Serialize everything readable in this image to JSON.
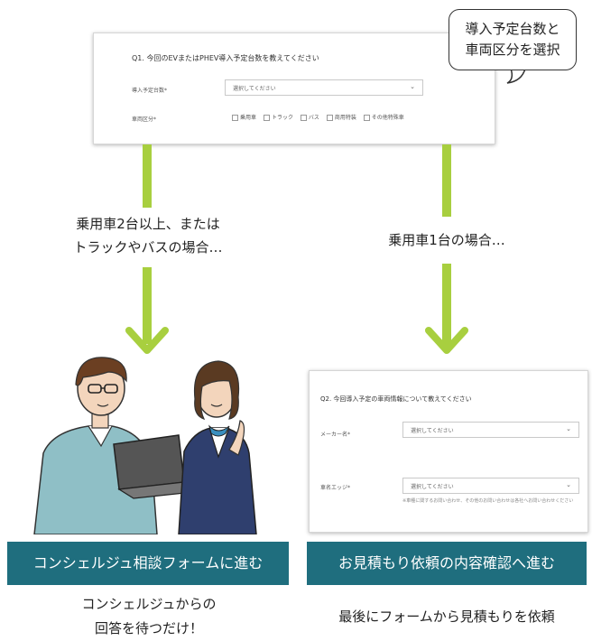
{
  "top_form": {
    "question": "Q1. 今回のEVまたはPHEV導入予定台数を教えてください",
    "count_label": "導入予定台数*",
    "count_placeholder": "選択してください",
    "category_label": "車両区分*",
    "categories": [
      "乗用車",
      "トラック",
      "バス",
      "商用特装",
      "その他特殊車"
    ]
  },
  "bubble": {
    "line1": "導入予定台数と",
    "line2": "車両区分を選択"
  },
  "branch_left": {
    "line1": "乗用車2台以上、または",
    "line2": "トラックやバスの場合…"
  },
  "branch_right": {
    "line1": "乗用車1台の場合…"
  },
  "second_form": {
    "question": "Q2. 今回導入予定の車両情報について教えてください",
    "maker_label": "メーカー名*",
    "maker_placeholder": "選択してください",
    "model_label": "車名エッジ*",
    "model_placeholder": "選択してください",
    "note": "※車種に関するお問い合わせ、その他のお問い合わせは各社へお問い合わせください"
  },
  "buttons": {
    "left": "コンシェルジュ相談フォームに進む",
    "right": "お見積もり依頼の内容確認へ進む"
  },
  "outcomes": {
    "left_line1": "コンシェルジュからの",
    "left_line2": "回答を待つだけ！",
    "right_line1": "最後にフォームから見積もりを依頼"
  },
  "colors": {
    "arrow": "#a8cf3f",
    "button": "#1f6e7e"
  }
}
